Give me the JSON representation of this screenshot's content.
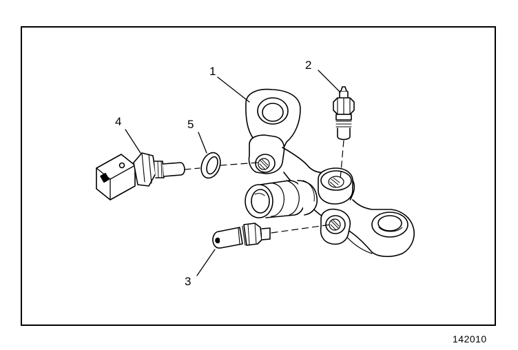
{
  "callouts": [
    {
      "id": "1",
      "label": "1"
    },
    {
      "id": "2",
      "label": "2"
    },
    {
      "id": "3",
      "label": "3"
    },
    {
      "id": "4",
      "label": "4"
    },
    {
      "id": "5",
      "label": "5"
    }
  ],
  "figure_id": "142010",
  "colors": {
    "ink": "#000000",
    "paper": "#ffffff"
  }
}
